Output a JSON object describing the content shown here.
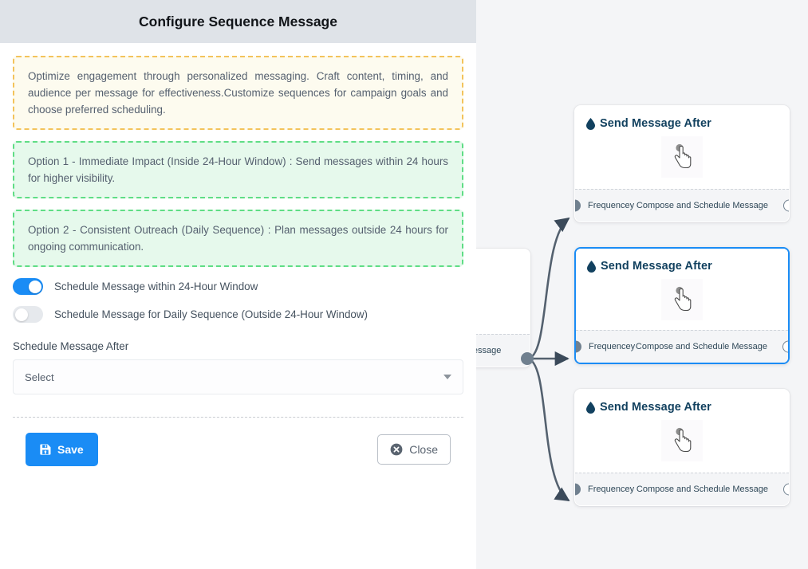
{
  "dialog": {
    "title": "Configure Sequence Message",
    "info_note": "Optimize engagement through personalized messaging. Craft content, timing, and audience per message for effectiveness.Customize sequences for campaign goals and choose preferred scheduling.",
    "option_one": "Option 1 - Immediate Impact (Inside 24-Hour Window) : Send messages within 24 hours for higher visibility.",
    "option_two": "Option 2 - Consistent Outreach (Daily Sequence) : Plan messages outside 24 hours for ongoing communication.",
    "toggles": [
      {
        "label": "Schedule Message within 24-Hour Window",
        "state": "on"
      },
      {
        "label": "Schedule Message for Daily Sequence (Outside 24-Hour Window)",
        "state": "off"
      }
    ],
    "schedule_field": {
      "label": "Schedule Message After",
      "value": "Select"
    },
    "footer": {
      "save_label": "Save",
      "close_label": "Close"
    },
    "colors": {
      "header_bg": "#dfe3e8",
      "accent_blue": "#1a8cf5",
      "info_border": "#f3c35b",
      "info_bg": "#fdfbef",
      "option_border": "#5fdd85",
      "option_bg": "#e6f9ec"
    }
  },
  "canvas": {
    "background": "#f4f5f7",
    "nodes": [
      {
        "title": "Send Message After",
        "icon": "water-drop-icon",
        "body_icon": "hand-pointer-icon",
        "foot_left": "Frequencey",
        "foot_right": "Compose and Schedule Message",
        "selected": false
      },
      {
        "title": "Send Message After",
        "icon": "water-drop-icon",
        "body_icon": "hand-pointer-icon",
        "foot_left": "Frequencey",
        "foot_right": "Compose and Schedule Message",
        "selected": true
      },
      {
        "title": "Send Message After",
        "icon": "water-drop-icon",
        "body_icon": "hand-pointer-icon",
        "foot_left": "Frequencey",
        "foot_right": "Compose and Schedule Message",
        "selected": false
      }
    ],
    "partial_node": {
      "foot_text": "ce Message"
    }
  }
}
